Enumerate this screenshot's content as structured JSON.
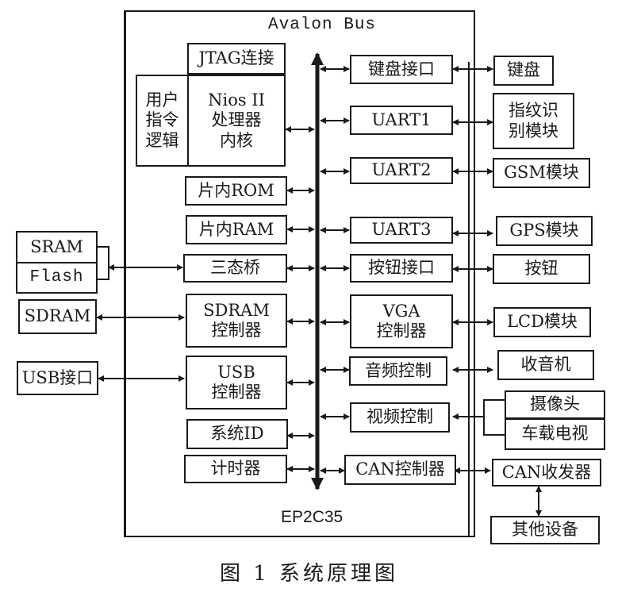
{
  "fpga_label": "EP2C35",
  "bus_label": "Avalon Bus",
  "caption": "图 1  系统原理图",
  "inner_left": {
    "jtag": "JTAG连接",
    "custom_logic": "用户\n指令\n逻辑",
    "nios_core": "Nios II\n处理器\n内核",
    "onchip_rom": "片内ROM",
    "onchip_ram": "片内RAM",
    "tristate_bridge": "三态桥",
    "sdram_controller": "SDRAM\n控制器",
    "usb_controller": "USB\n控制器",
    "system_id": "系统ID",
    "timer": "计时器"
  },
  "inner_right": {
    "keyboard_interface": "键盘接口",
    "uart1": "UART1",
    "uart2": "UART2",
    "uart3": "UART3",
    "button_interface": "按钮接口",
    "vga_controller": "VGA\n控制器",
    "audio_control": "音频控制",
    "video_control": "视频控制",
    "can_controller": "CAN控制器"
  },
  "external_left": {
    "sram": "SRAM",
    "flash": "Flash",
    "sdram": "SDRAM",
    "usb_port": "USB接口"
  },
  "external_right": {
    "keyboard": "键盘",
    "fingerprint": "指纹识\n别模块",
    "gsm": "GSM模块",
    "gps": "GPS模块",
    "button": "按钮",
    "lcd": "LCD模块",
    "radio": "收音机",
    "camera": "摄像头",
    "car_tv": "车载电视",
    "can_transceiver": "CAN收发器",
    "other_devices": "其他设备"
  }
}
